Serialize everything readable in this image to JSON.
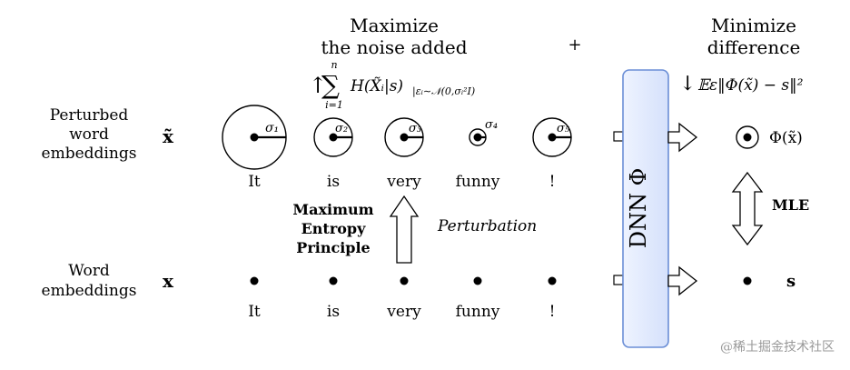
{
  "labels": {
    "perturbed_line1": "Perturbed",
    "perturbed_line2": "word",
    "perturbed_line3": "embeddings",
    "word_line1": "Word",
    "word_line2": "embeddings"
  },
  "symbols": {
    "x_tilde": "x̃",
    "x": "x"
  },
  "top": {
    "maximize_line1": "Maximize",
    "maximize_line2": "the noise added",
    "plus": "+",
    "minimize_line1": "Minimize",
    "minimize_line2": "difference"
  },
  "formulas": {
    "entropy_up_arrow": "↑",
    "entropy_sum": "∑",
    "entropy_upper": "n",
    "entropy_lower": "i=1",
    "entropy_expr": "H(X̃ᵢ|s)",
    "entropy_sub": "|εᵢ∼𝒩(0,σᵢ²I)",
    "minimize_down_arrow": "↓",
    "minimize_expr": "𝔼ε‖Φ(x̃) − s‖²"
  },
  "words_top": [
    "It",
    "is",
    "very",
    "funny",
    "!"
  ],
  "words_bottom": [
    "It",
    "is",
    "very",
    "funny",
    "!"
  ],
  "sigmas": [
    "σ₁",
    "σ₂",
    "σ₃",
    "σ₄",
    "σ₅"
  ],
  "middle": {
    "max_entropy_line1": "Maximum",
    "max_entropy_line2": "Entropy",
    "max_entropy_line3": "Principle",
    "perturbation": "Perturbation"
  },
  "dnn": {
    "label": "DNN  Φ",
    "fill_color": "#dce6fb",
    "border_color": "#6a8ed6"
  },
  "right": {
    "phi_output": "Φ(x̃)",
    "mle": "MLE",
    "s": "s"
  },
  "watermark": "@稀土掘金技术社区"
}
